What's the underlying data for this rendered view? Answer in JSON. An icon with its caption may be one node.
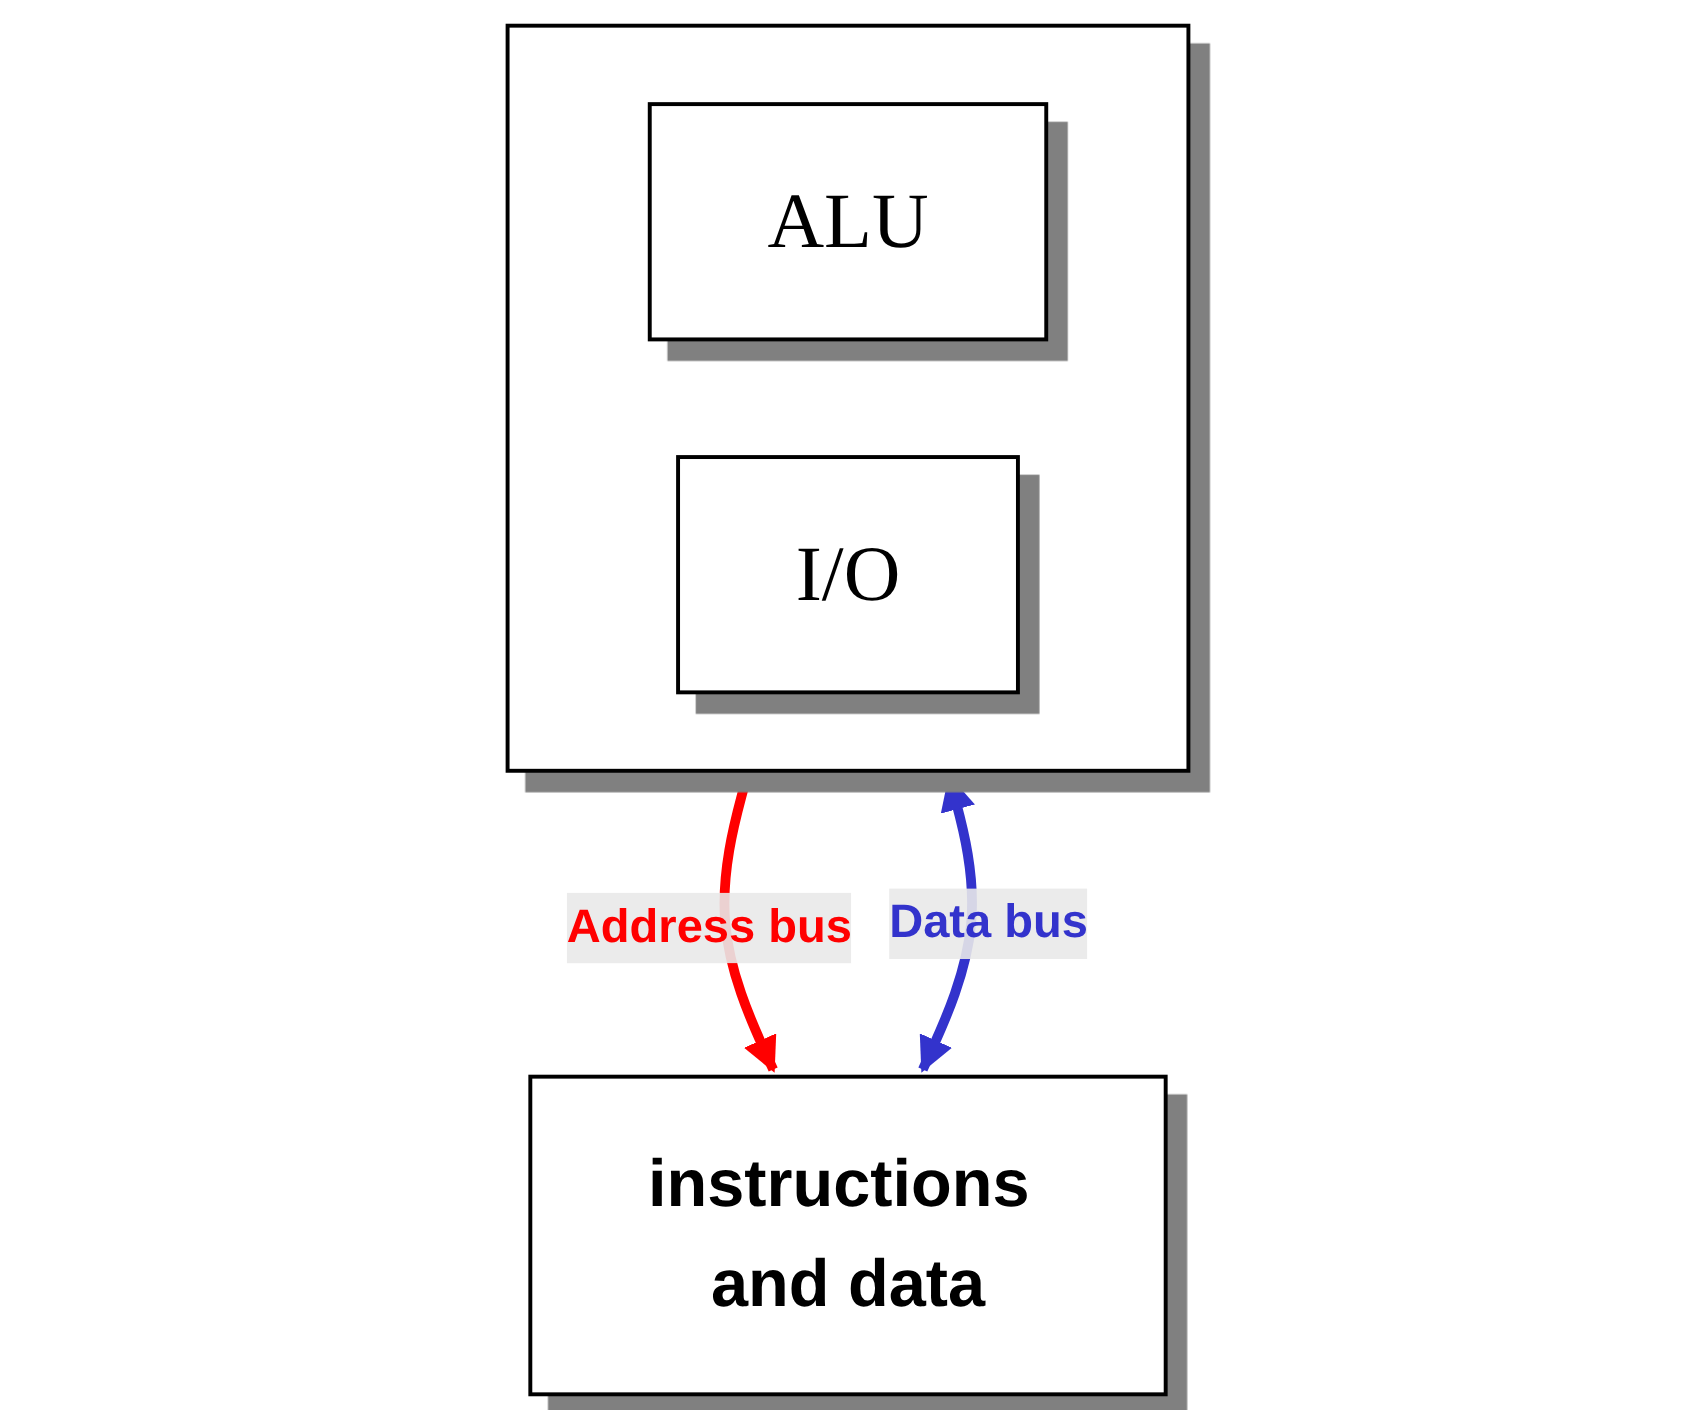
{
  "diagram": {
    "nodes": [
      {
        "text": [],
        "shape": "box"
      },
      {
        "text": [
          "ALU"
        ],
        "in": 0
      },
      {
        "text": [
          "I/O"
        ],
        "in": 0
      },
      {
        "text": [
          "instructions and data"
        ]
      }
    ],
    "edges": [
      {
        "from": 0,
        "to": 3,
        "arrow": "to",
        "label": "Address bus",
        "color": "#ff0000"
      },
      {
        "from": 3,
        "to": 0,
        "arrow": "both",
        "label": "Data bus",
        "color": "#3333cc"
      }
    ]
  }
}
